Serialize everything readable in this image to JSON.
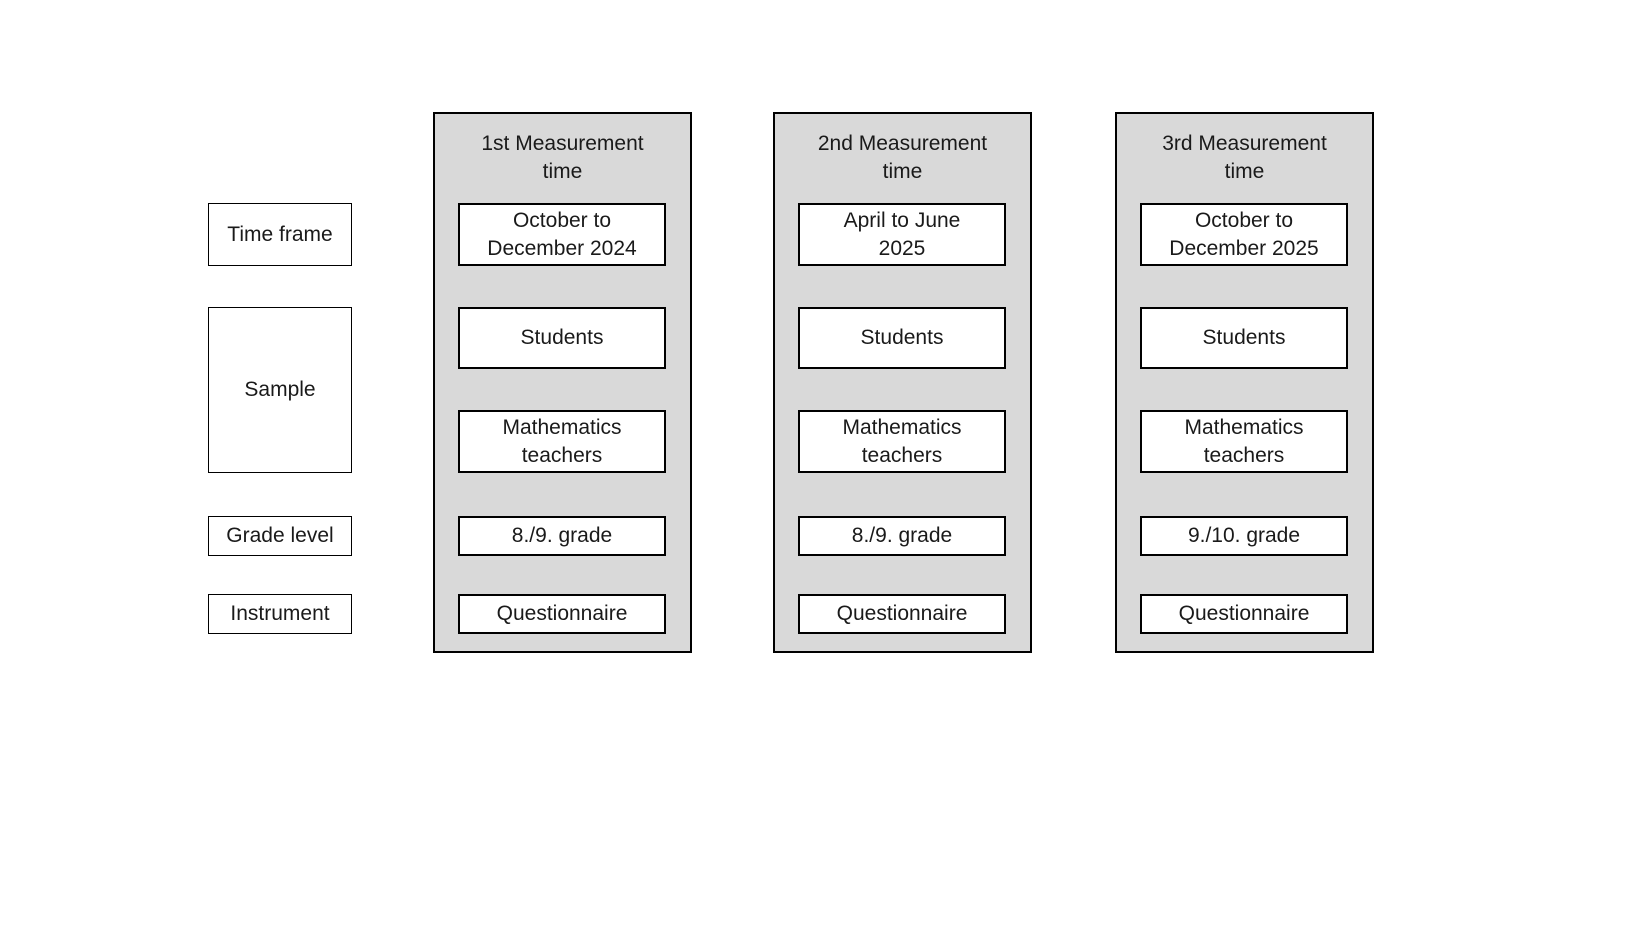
{
  "colors": {
    "background": "#ffffff",
    "panel_fill": "#d9d9d9",
    "panel_border": "#000000",
    "box_fill": "#ffffff",
    "box_border": "#000000",
    "text": "#1a1a1a"
  },
  "rows": [
    {
      "label": "Time frame"
    },
    {
      "label": "Sample"
    },
    {
      "label": "Grade level"
    },
    {
      "label": "Instrument"
    }
  ],
  "columns": [
    {
      "header": "1st Measurement time",
      "time_frame": "October to December 2024",
      "sample_students": "Students",
      "sample_teachers": "Mathematics teachers",
      "grade_level": "8./9. grade",
      "instrument": "Questionnaire"
    },
    {
      "header": "2nd Measurement time",
      "time_frame": "April to June 2025",
      "sample_students": "Students",
      "sample_teachers": "Mathematics teachers",
      "grade_level": "8./9. grade",
      "instrument": "Questionnaire"
    },
    {
      "header": "3rd Measurement time",
      "time_frame": "October to December 2025",
      "sample_students": "Students",
      "sample_teachers": "Mathematics teachers",
      "grade_level": "9./10. grade",
      "instrument": "Questionnaire"
    }
  ]
}
